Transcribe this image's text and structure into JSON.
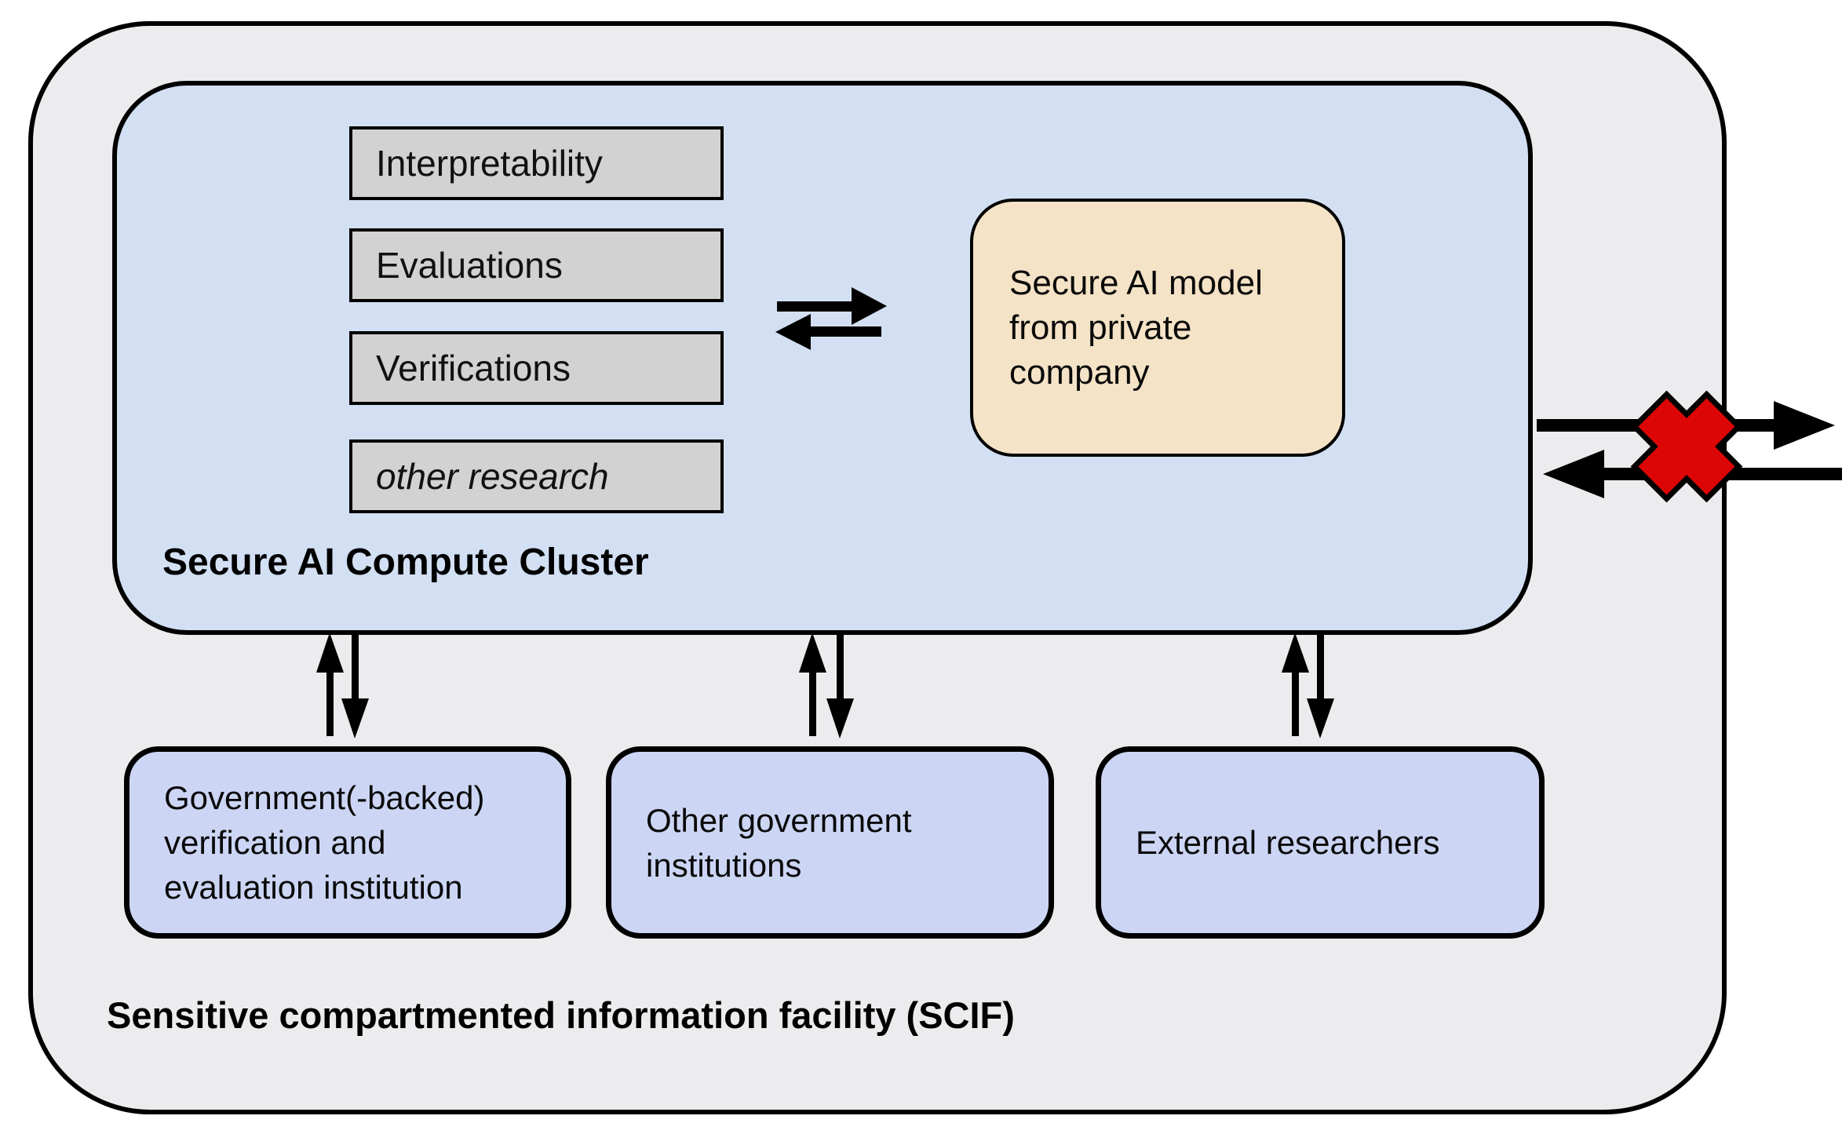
{
  "diagram": {
    "scif": {
      "label": "Sensitive compartmented information facility (SCIF)"
    },
    "cluster": {
      "label": "Secure AI Compute Cluster",
      "research_boxes": [
        {
          "label": "Interpretability"
        },
        {
          "label": "Evaluations"
        },
        {
          "label": "Verifications"
        },
        {
          "label": "other research"
        }
      ],
      "model_box": {
        "label": "Secure AI model from private company"
      }
    },
    "institutions": [
      {
        "label": "Government(-backed) verification and evaluation institution"
      },
      {
        "label": "Other government institutions"
      },
      {
        "label": "External researchers"
      }
    ],
    "icons": {
      "exchange_arrows": "bidirectional-horizontal-arrows",
      "vertical_arrows": "bidirectional-vertical-arrows",
      "blocked_exchange": "red-x-over-in-out-arrows"
    },
    "colors": {
      "scif_fill": "#ececee",
      "cluster_fill": "#d3e0f3",
      "research_fill": "#d2d2d2",
      "model_fill": "#f5e3c7",
      "institution_fill": "#ccd6f4",
      "border": "#000000",
      "blocked_x": "#dd0606"
    }
  }
}
